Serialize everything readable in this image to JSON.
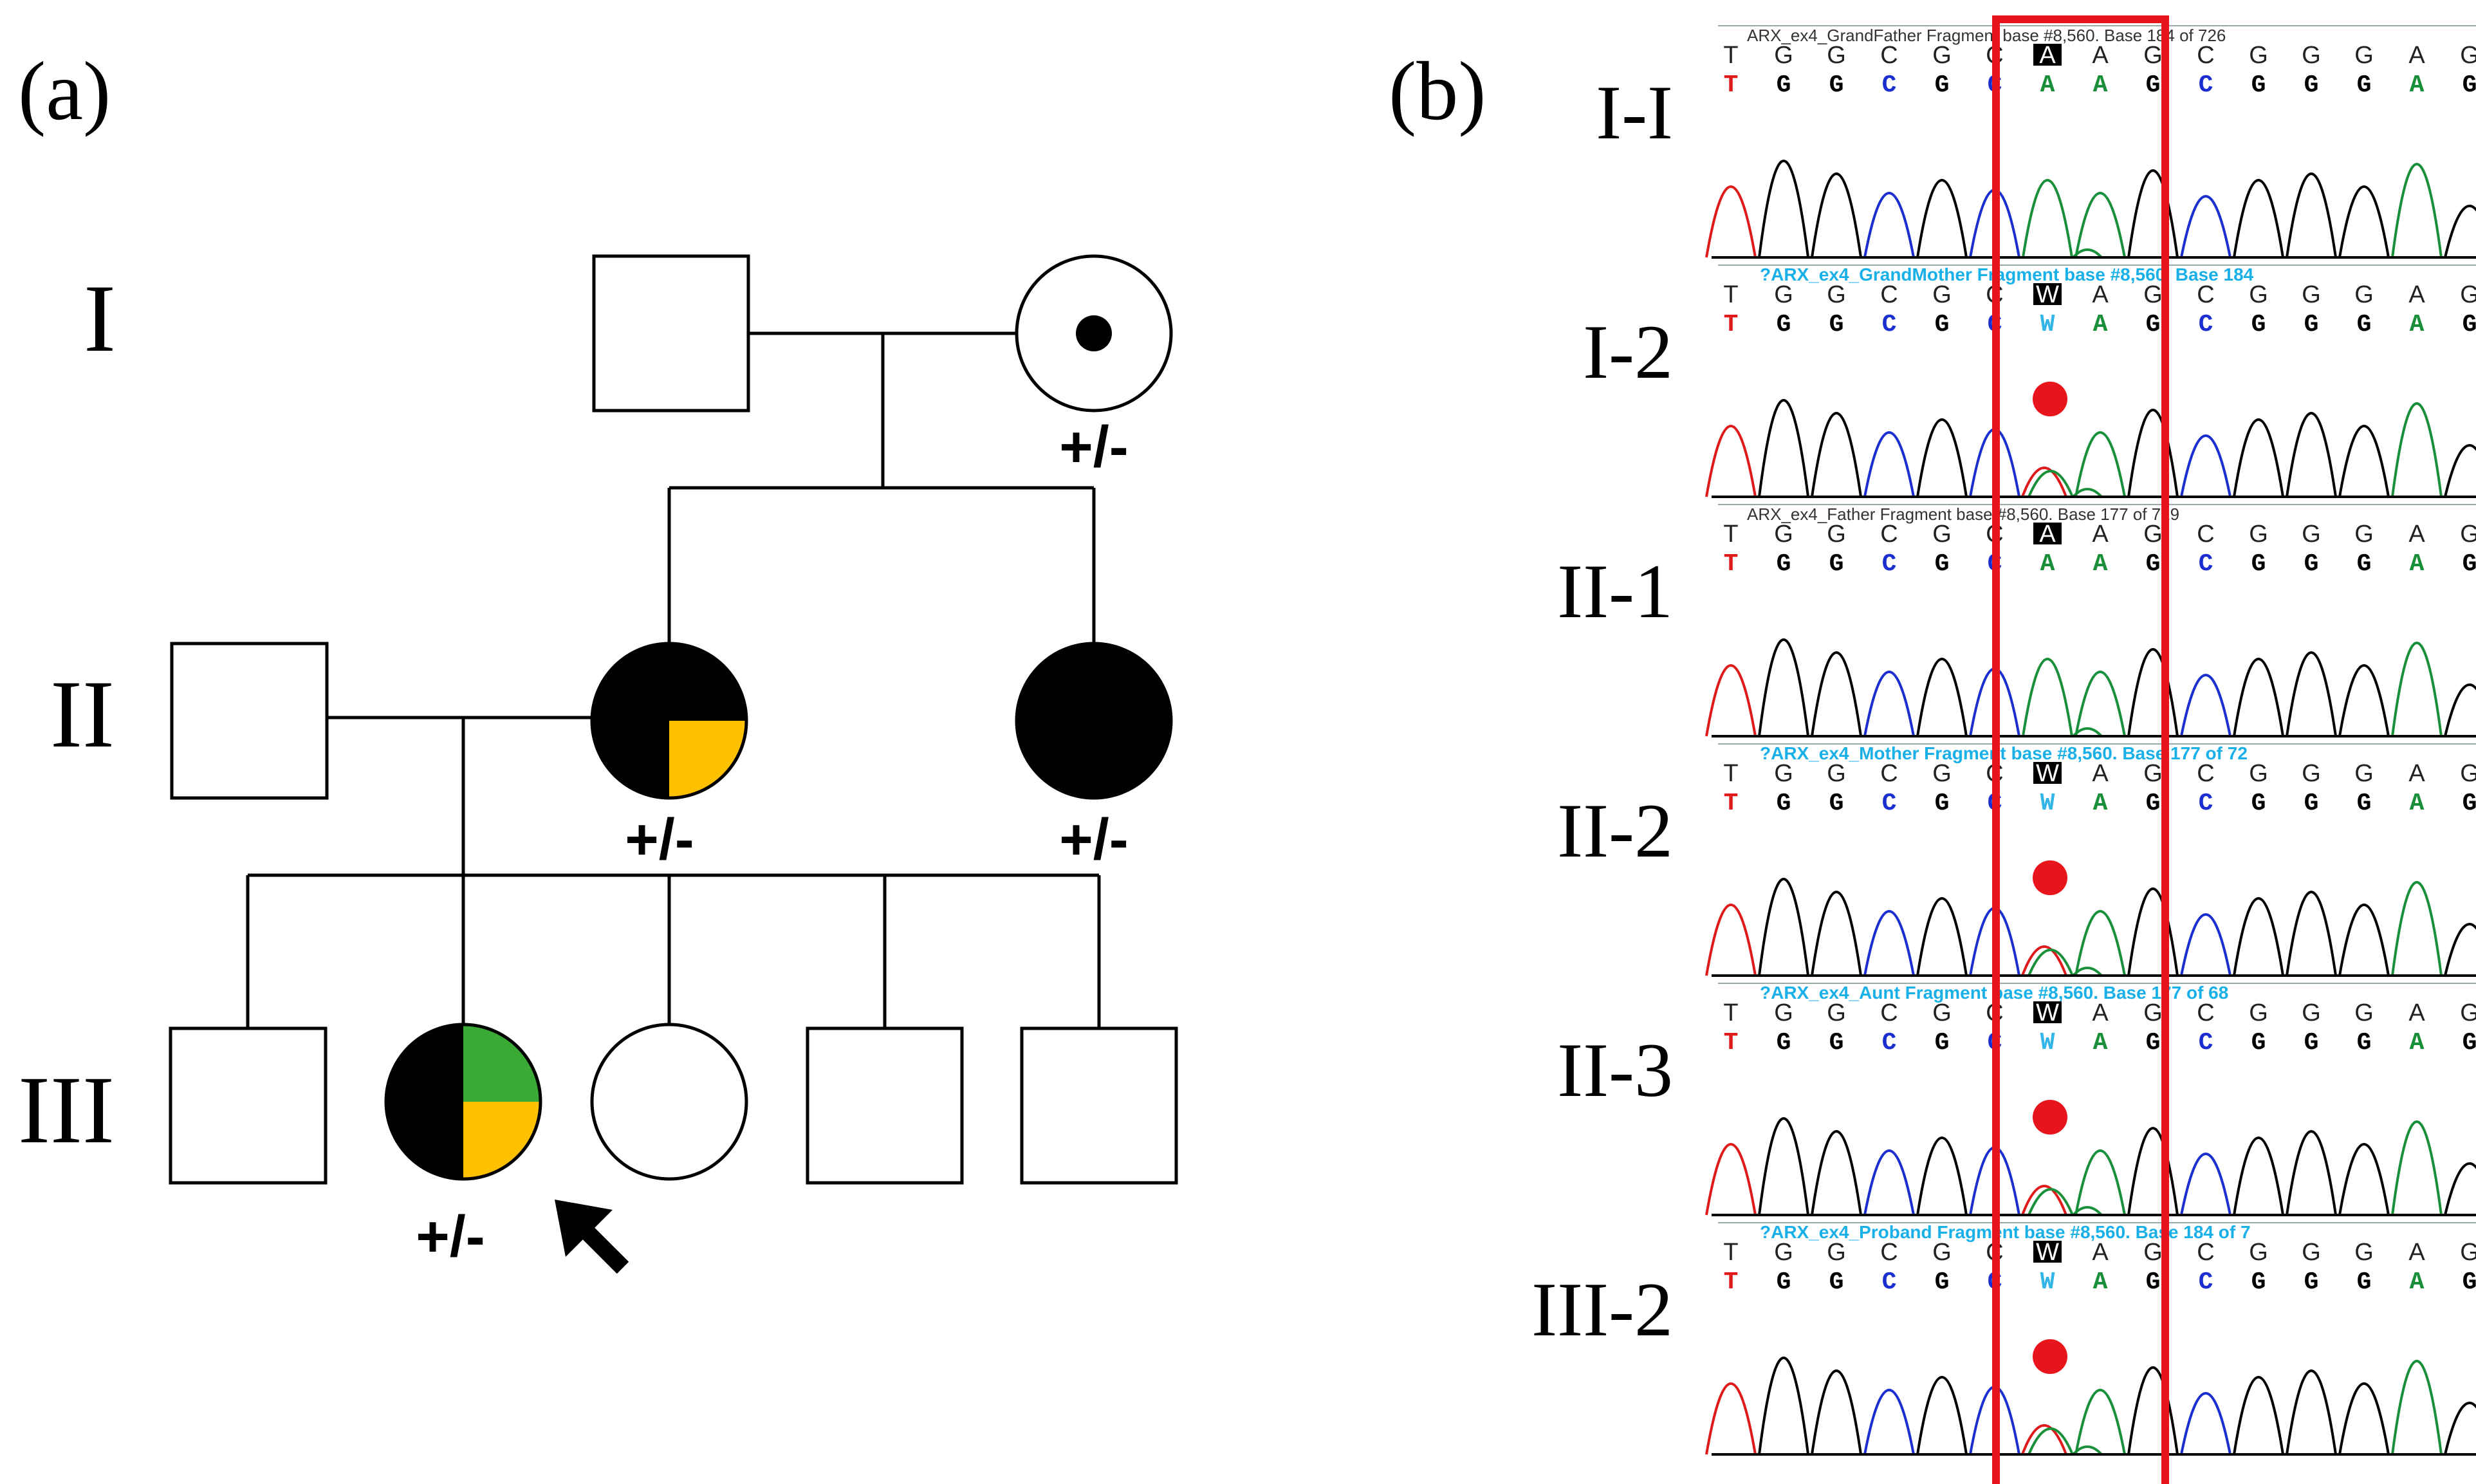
{
  "panels": {
    "a": {
      "label": "(a)"
    },
    "b": {
      "label": "(b)"
    }
  },
  "colors": {
    "line": "#000000",
    "affected": "#000000",
    "yellow": "#FFC000",
    "green": "#3BAA35",
    "highlight_box": "#E8141B",
    "mutation_dot": "#E8141B",
    "base_A": "#1A8F3A",
    "base_C": "#1B2FD0",
    "base_G": "#000000",
    "base_T": "#E01A1A",
    "base_W": "#33B5E8",
    "header_cyan": "#19B0E8",
    "header_dark": "#333333"
  },
  "pedigree": {
    "generations": [
      "I",
      "II",
      "III"
    ],
    "genotype_labels": {
      "I2": "+/-",
      "II2": "+/-",
      "II3": "+/-",
      "III2": "+/-"
    },
    "individuals": [
      {
        "id": "I1",
        "sex": "male",
        "status": "unaffected"
      },
      {
        "id": "I2",
        "sex": "female",
        "status": "carrier-dot"
      },
      {
        "id": "II1",
        "sex": "male",
        "status": "unaffected"
      },
      {
        "id": "II2",
        "sex": "female",
        "status": "affected-black-yellow"
      },
      {
        "id": "II3",
        "sex": "female",
        "status": "affected"
      },
      {
        "id": "III1",
        "sex": "male",
        "status": "unaffected"
      },
      {
        "id": "III2",
        "sex": "female",
        "status": "affected-black-green-yellow",
        "proband": true
      },
      {
        "id": "III3",
        "sex": "female",
        "status": "unaffected"
      },
      {
        "id": "III4",
        "sex": "male",
        "status": "unaffected"
      },
      {
        "id": "III5",
        "sex": "male",
        "status": "unaffected"
      }
    ],
    "proband_arrow": "proband-arrow-icon"
  },
  "chromatograms": [
    {
      "label": "I-I",
      "header": "ARX_ex4_GrandFather Fragment base #8,560. Base 184 of 726",
      "header_style": "dark",
      "ref_seq": [
        "T",
        "G",
        "G",
        "C",
        "G",
        "C",
        "A",
        "A",
        "G",
        "C",
        "G",
        "G",
        "G",
        "A",
        "G"
      ],
      "call_seq": [
        "T",
        "G",
        "G",
        "C",
        "G",
        "C",
        "A",
        "A",
        "G",
        "C",
        "G",
        "G",
        "G",
        "A",
        "G"
      ],
      "mutation": false
    },
    {
      "label": "I-2",
      "header": "?ARX_ex4_GrandMother Fragment base #8,560. Base 184",
      "header_style": "cyan",
      "ref_seq": [
        "T",
        "G",
        "G",
        "C",
        "G",
        "C",
        "W",
        "A",
        "G",
        "C",
        "G",
        "G",
        "G",
        "A",
        "G"
      ],
      "call_seq": [
        "T",
        "G",
        "G",
        "C",
        "G",
        "C",
        "W",
        "A",
        "G",
        "C",
        "G",
        "G",
        "G",
        "A",
        "G"
      ],
      "mutation": true
    },
    {
      "label": "II-1",
      "header": "ARX_ex4_Father Fragment base #8,560. Base 177 of 719",
      "header_style": "dark",
      "ref_seq": [
        "T",
        "G",
        "G",
        "C",
        "G",
        "C",
        "A",
        "A",
        "G",
        "C",
        "G",
        "G",
        "G",
        "A",
        "G"
      ],
      "call_seq": [
        "T",
        "G",
        "G",
        "C",
        "G",
        "C",
        "A",
        "A",
        "G",
        "C",
        "G",
        "G",
        "G",
        "A",
        "G"
      ],
      "mutation": false
    },
    {
      "label": "II-2",
      "header": "?ARX_ex4_Mother Fragment base #8,560. Base 177 of 72",
      "header_style": "cyan",
      "ref_seq": [
        "T",
        "G",
        "G",
        "C",
        "G",
        "C",
        "W",
        "A",
        "G",
        "C",
        "G",
        "G",
        "G",
        "A",
        "G"
      ],
      "call_seq": [
        "T",
        "G",
        "G",
        "C",
        "G",
        "C",
        "W",
        "A",
        "G",
        "C",
        "G",
        "G",
        "G",
        "A",
        "G"
      ],
      "mutation": true
    },
    {
      "label": "II-3",
      "header": "?ARX_ex4_Aunt Fragment base #8,560. Base 177 of 68",
      "header_style": "cyan",
      "ref_seq": [
        "T",
        "G",
        "G",
        "C",
        "G",
        "C",
        "W",
        "A",
        "G",
        "C",
        "G",
        "G",
        "G",
        "A",
        "G"
      ],
      "call_seq": [
        "T",
        "G",
        "G",
        "C",
        "G",
        "C",
        "W",
        "A",
        "G",
        "C",
        "G",
        "G",
        "G",
        "A",
        "G"
      ],
      "mutation": true
    },
    {
      "label": "III-2",
      "header": "?ARX_ex4_Proband Fragment base #8,560. Base 184 of 7",
      "header_style": "cyan",
      "ref_seq": [
        "T",
        "G",
        "G",
        "C",
        "G",
        "C",
        "W",
        "A",
        "G",
        "C",
        "G",
        "G",
        "G",
        "A",
        "G"
      ],
      "call_seq": [
        "T",
        "G",
        "G",
        "C",
        "G",
        "C",
        "W",
        "A",
        "G",
        "C",
        "G",
        "G",
        "G",
        "A",
        "G"
      ],
      "mutation": true
    }
  ]
}
